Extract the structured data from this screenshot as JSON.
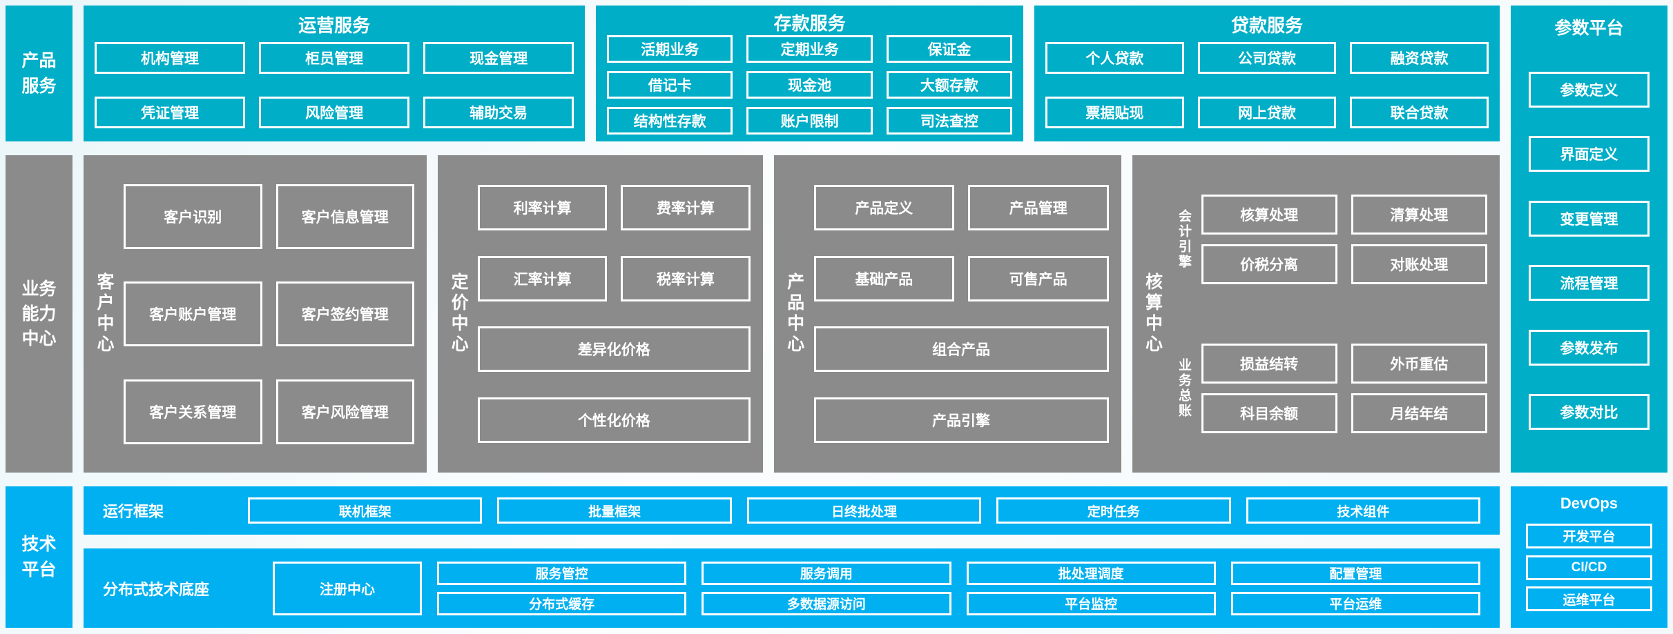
{
  "palette": {
    "teal": "#00AEC7",
    "gray": "#8B8B8B",
    "blue": "#00B0F0",
    "text": "#FFFFFF"
  },
  "left_rail": {
    "items": [
      {
        "label": "产品\n服务"
      },
      {
        "label": "业务\n能力\n中心"
      },
      {
        "label": "技术\n平台"
      }
    ]
  },
  "top_sections": [
    {
      "title": "运营服务",
      "boxes": [
        "机构管理",
        "柜员管理",
        "现金管理",
        "凭证管理",
        "风险管理",
        "辅助交易"
      ]
    },
    {
      "title": "存款服务",
      "boxes": [
        "活期业务",
        "定期业务",
        "保证金",
        "借记卡",
        "现金池",
        "大额存款",
        "结构性存款",
        "账户限制",
        "司法查控"
      ]
    },
    {
      "title": "贷款服务",
      "boxes": [
        "个人贷款",
        "公司贷款",
        "融资贷款",
        "票据贴现",
        "网上贷款",
        "联合贷款"
      ]
    }
  ],
  "middle_sections": [
    {
      "label": "客户中心",
      "boxes": [
        "客户识别",
        "客户信息管理",
        "客户账户管理",
        "客户签约管理",
        "客户关系管理",
        "客户风险管理"
      ]
    },
    {
      "label": "定价中心",
      "boxes": [
        "利率计算",
        "费率计算",
        "汇率计算",
        "税率计算",
        "差异化价格",
        "个性化价格"
      ]
    },
    {
      "label": "产品中心",
      "boxes": [
        "产品定义",
        "产品管理",
        "基础产品",
        "可售产品",
        "组合产品",
        "产品引擎"
      ]
    },
    {
      "label": "核算中心",
      "groups": [
        {
          "label": "会计引擎",
          "boxes": [
            "核算处理",
            "清算处理",
            "价税分离",
            "对账处理"
          ]
        },
        {
          "label": "业务总账",
          "boxes": [
            "损益结转",
            "外币重估",
            "科目余额",
            "月结年结"
          ]
        }
      ]
    }
  ],
  "runtime_bar": {
    "label": "运行框架",
    "boxes": [
      "联机框架",
      "批量框架",
      "日终批处理",
      "定时任务",
      "技术组件"
    ]
  },
  "distributed_bar": {
    "label": "分布式技术底座",
    "registry": "注册中心",
    "pairs": [
      [
        "服务管控",
        "分布式缓存"
      ],
      [
        "服务调用",
        "多数据源访问"
      ],
      [
        "批处理调度",
        "平台监控"
      ],
      [
        "配置管理",
        "平台运维"
      ]
    ]
  },
  "param_platform": {
    "title": "参数平台",
    "boxes": [
      "参数定义",
      "界面定义",
      "变更管理",
      "流程管理",
      "参数发布",
      "参数对比"
    ]
  },
  "devops": {
    "title": "DevOps",
    "boxes": [
      "开发平台",
      "CI/CD",
      "运维平台"
    ]
  }
}
